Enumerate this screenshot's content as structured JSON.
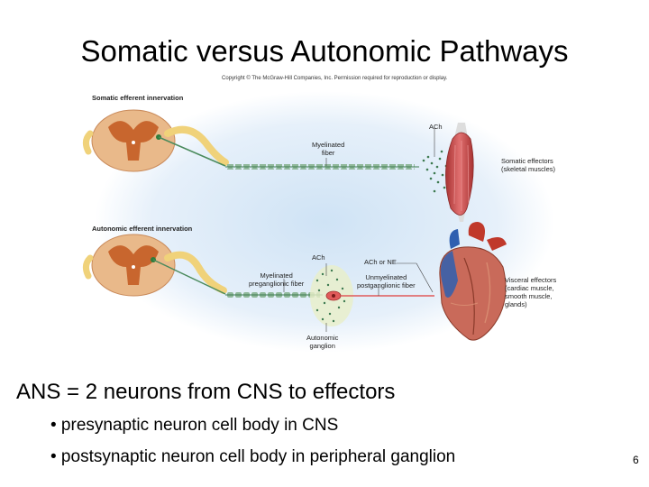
{
  "slide": {
    "title": "Somatic versus Autonomic Pathways",
    "copyright": "Copyright © The McGraw-Hill Companies, Inc. Permission required for reproduction or display.",
    "summary": "ANS = 2 neurons from CNS to effectors",
    "bullets": [
      "• presynaptic neuron cell body in CNS",
      "• postsynaptic neuron cell body in peripheral ganglion"
    ],
    "page_number": "6"
  },
  "figure": {
    "somatic_heading": "Somatic efferent innervation",
    "autonomic_heading": "Autonomic efferent innervation",
    "ach_top": "ACh",
    "myelinated_fiber": "Myelinated\nfiber",
    "somatic_effectors": "Somatic effectors\n(skeletal muscles)",
    "ach_bottom": "ACh",
    "ach_or_ne": "ACh or NE",
    "myelinated_preganglionic": "Myelinated\npreganglionic fiber",
    "unmyelinated_postganglionic": "Unmyelinated\npostganglionic fiber",
    "visceral_effectors": "Visceral effectors\n(cardiac muscle,\nsmooth muscle,\nglands)",
    "autonomic_ganglion": "Autonomic\nganglion"
  },
  "colors": {
    "background_glow": "#cfe3f5",
    "spinal_cord": "#e9b98a",
    "gray_matter": "#c8662e",
    "nerve_root": "#f0d27a",
    "myelin": "#8fb89a",
    "axon": "#4a8a5c",
    "muscle": "#c84a4a",
    "postganglionic": "#e05a5a",
    "heart_red": "#c0392b",
    "heart_blue": "#2f5fb0"
  }
}
